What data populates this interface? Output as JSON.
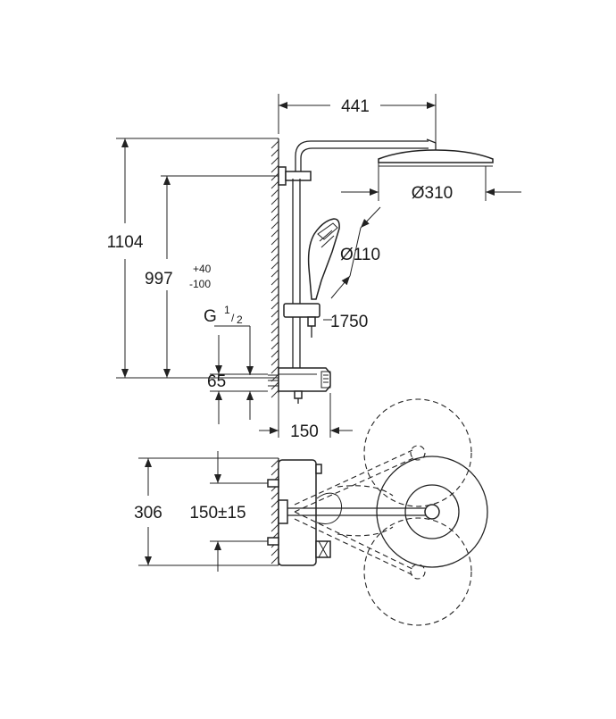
{
  "dimensions": {
    "width_arm": "441",
    "head_diameter": "Ø310",
    "hand_shower_diameter": "Ø110",
    "rail_length": "1750",
    "total_height": "1104",
    "outlet_height": "997",
    "outlet_tol_plus": "+40",
    "outlet_tol_minus": "-100",
    "thread_label": "G",
    "thread_num": "1",
    "thread_den": "2",
    "outlet_offset": "65",
    "thermostat_depth": "150",
    "plan_height": "306",
    "plan_spacing": "150±15"
  }
}
